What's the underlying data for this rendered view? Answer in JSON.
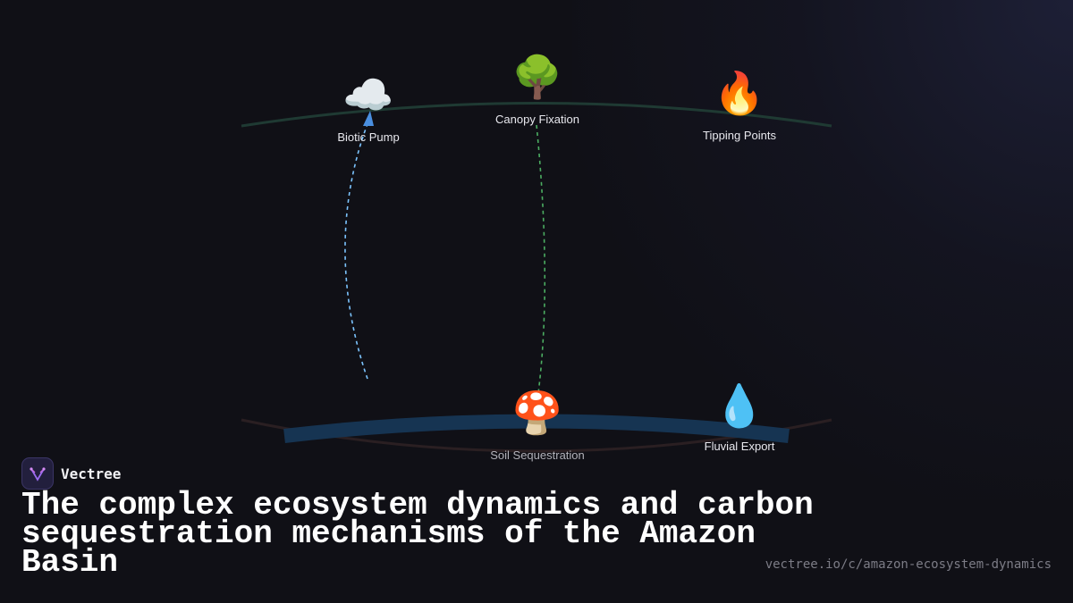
{
  "diagram": {
    "nodes": [
      {
        "id": "biotic-pump",
        "emoji": "☁️",
        "label": "Biotic Pump"
      },
      {
        "id": "canopy-fixation",
        "emoji": "🌳",
        "label": "Canopy Fixation"
      },
      {
        "id": "tipping-points",
        "emoji": "🔥",
        "label": "Tipping Points"
      },
      {
        "id": "soil-sequestration",
        "emoji": "🍄",
        "label": "Soil Sequestration"
      },
      {
        "id": "fluvial-export",
        "emoji": "💧",
        "label": "Fluvial Export"
      }
    ],
    "colors": {
      "top_arc": "#1f3a33",
      "bottom_arc": "#2a1f22",
      "river": "#163452",
      "biotic_flow": "#7cc4ff",
      "biotic_arrow": "#4a8fe0",
      "carbon_flow": "#4cae62"
    }
  },
  "brand": {
    "name": "Vectree"
  },
  "title": "The complex ecosystem dynamics and carbon sequestration mechanisms of the Amazon Basin",
  "url": "vectree.io/c/amazon-ecosystem-dynamics"
}
